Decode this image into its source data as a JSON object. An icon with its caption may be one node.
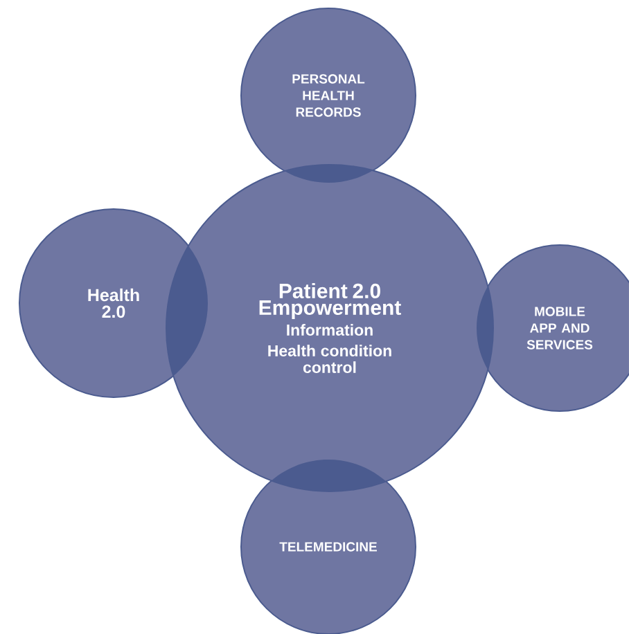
{
  "diagram": {
    "nodes": [
      {
        "text": [
          "Patient 2.0 Empowerment",
          "Information",
          "Health condition control"
        ]
      },
      {
        "text": [
          "PERSONAL HEALTH RECORDS"
        ]
      },
      {
        "text": [
          "Health 2.0"
        ]
      },
      {
        "text": [
          "MOBILE APP AND SERVICES"
        ]
      },
      {
        "text": [
          "TELEMEDICINE"
        ]
      }
    ]
  }
}
